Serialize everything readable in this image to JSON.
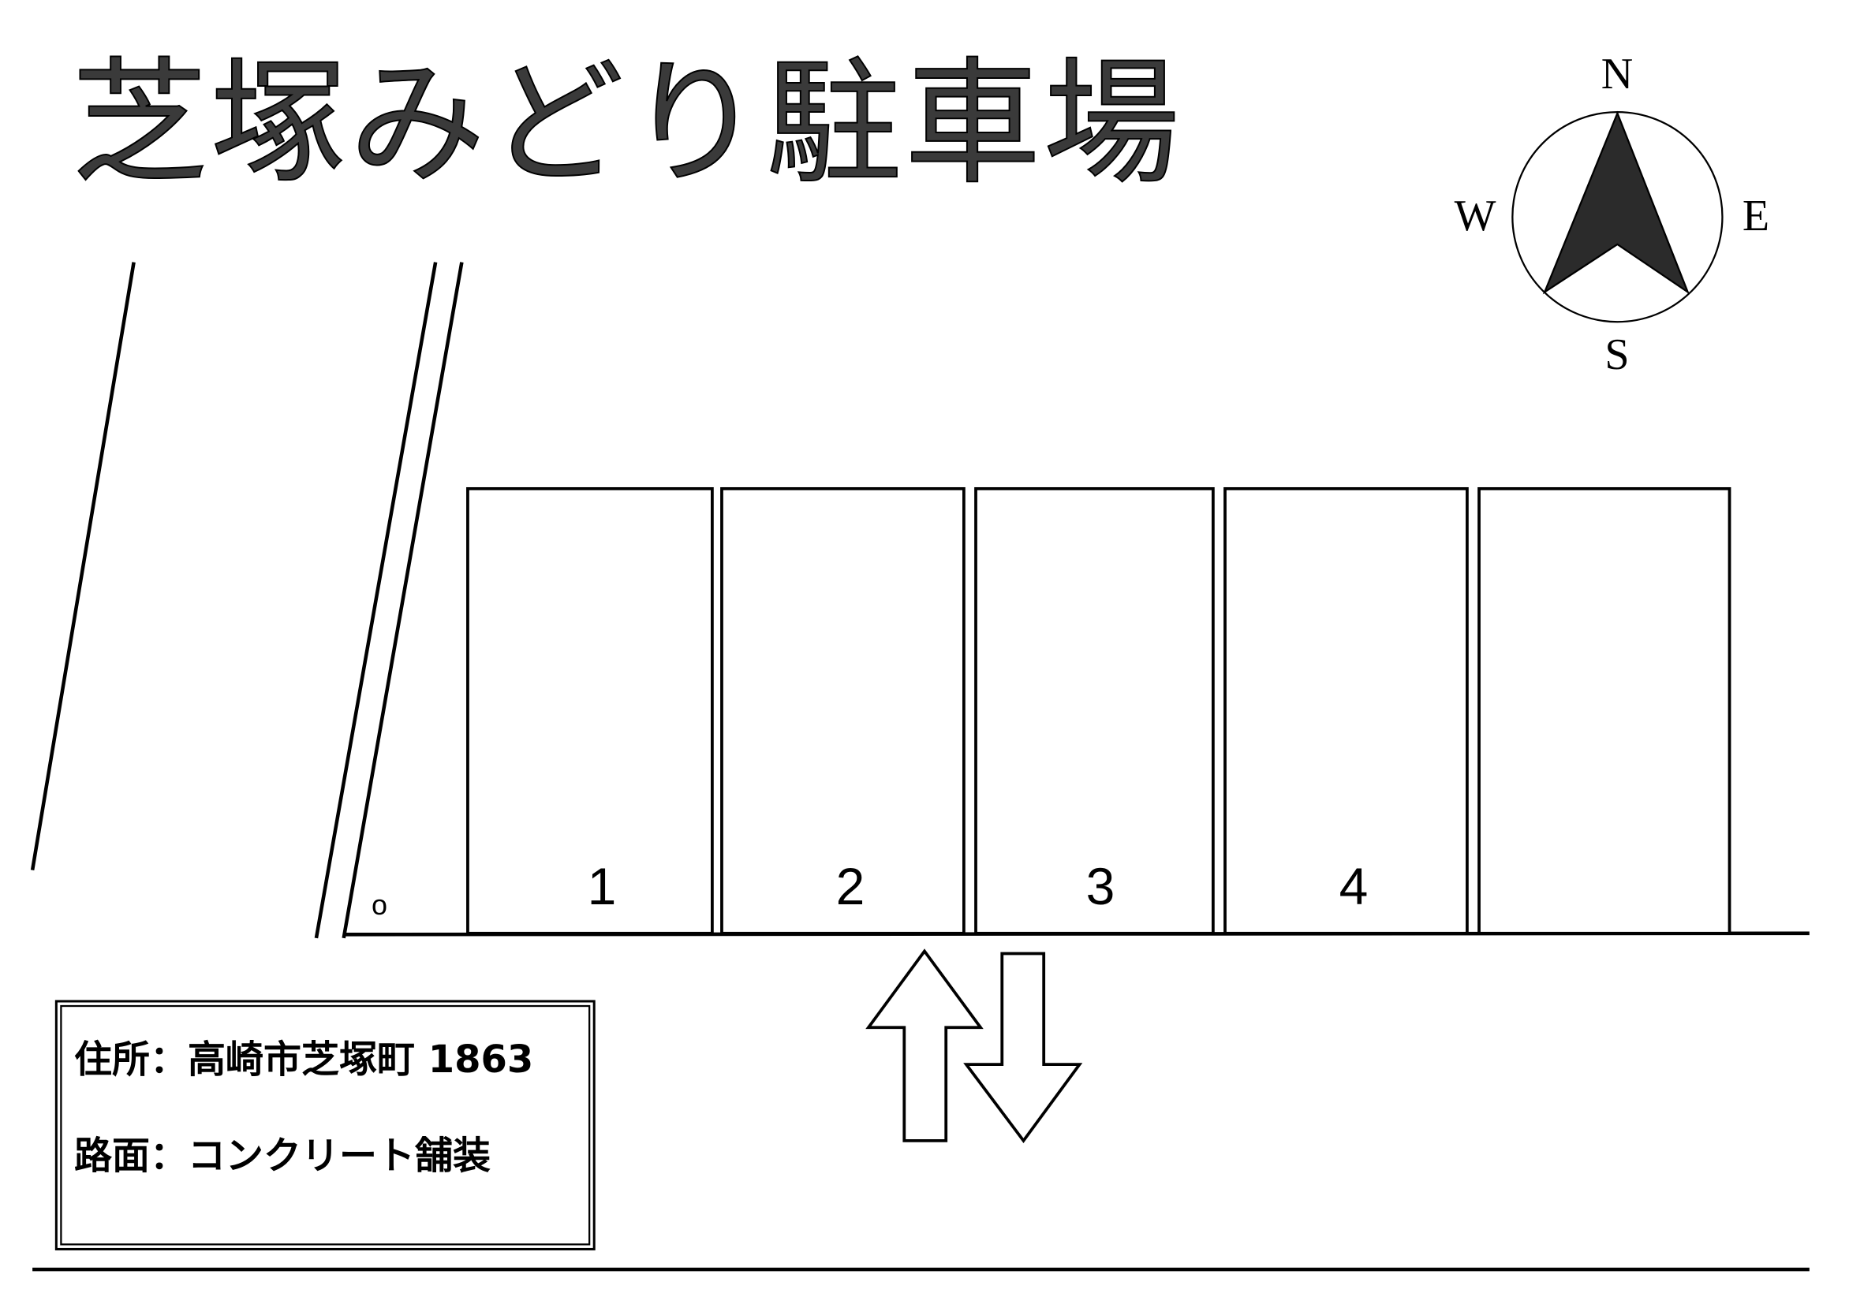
{
  "title": "芝塚みどり駐車場",
  "compass": {
    "north": "N",
    "south": "S",
    "east": "E",
    "west": "W"
  },
  "stalls": [
    "1",
    "2",
    "3",
    "4",
    ""
  ],
  "marker": "o",
  "info": {
    "address": "住所：高崎市芝塚町 1863",
    "surface": "路面：コンクリート舗装"
  }
}
